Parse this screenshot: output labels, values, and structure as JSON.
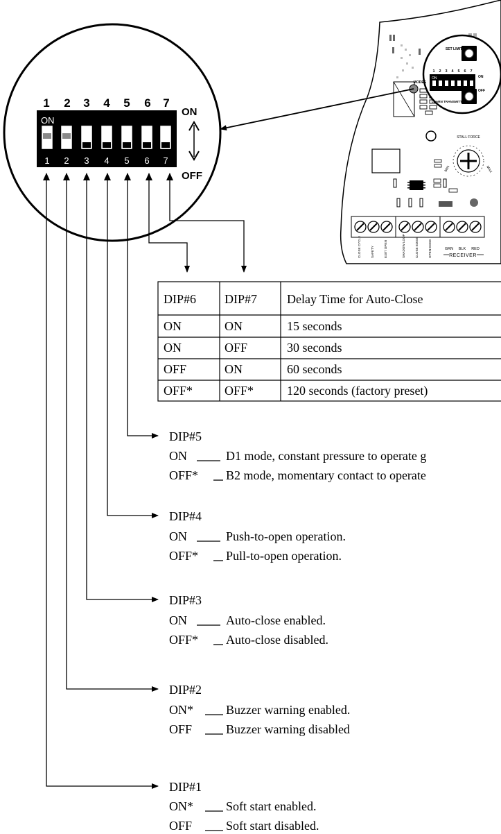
{
  "switch_panel": {
    "top_numbers": [
      "1",
      "2",
      "3",
      "4",
      "5",
      "6",
      "7"
    ],
    "bottom_numbers": [
      "1",
      "2",
      "3",
      "4",
      "5",
      "6",
      "7"
    ],
    "on_label": "ON",
    "side_on": "ON",
    "side_off": "OFF",
    "switch_states": [
      "ON",
      "ON",
      "OFF",
      "OFF",
      "OFF",
      "OFF",
      "OFF"
    ]
  },
  "board": {
    "set_limit": "SET LIMIT",
    "modes": "MODES",
    "learn_transmitter": "LEARN TRANSMITTER",
    "stall_force": "STALL FORCE",
    "min": "MIN",
    "max": "MAX",
    "mini_on": "ON",
    "mini_off": "OFF",
    "terminals": [
      "CLOSE CYCLE",
      "SAFETY",
      "EXIT/ OPEN",
      "SHADOW LOOP",
      "CLOSE EDGE",
      "OPEN EDGE"
    ],
    "receiver_colors": [
      "GRN",
      "BLK",
      "RED"
    ],
    "receiver_label": "RECEIVER"
  },
  "delay_table": {
    "headers": [
      "DIP#6",
      "DIP#7",
      "Delay Time for Auto-Close"
    ],
    "rows": [
      [
        "ON",
        "ON",
        "15 seconds"
      ],
      [
        "ON",
        "OFF",
        "30 seconds"
      ],
      [
        "OFF",
        "ON",
        "60 seconds"
      ],
      [
        "OFF*",
        "OFF*",
        "120 seconds (factory preset)"
      ]
    ]
  },
  "dips": [
    {
      "title": "DIP#5",
      "on_key": "ON",
      "on_text": "D1 mode, constant pressure to operate g",
      "off_key": "OFF*",
      "off_text": "B2 mode, momentary contact to operate"
    },
    {
      "title": "DIP#4",
      "on_key": "ON",
      "on_text": "Push-to-open operation.",
      "off_key": "OFF*",
      "off_text": "Pull-to-open operation."
    },
    {
      "title": "DIP#3",
      "on_key": "ON",
      "on_text": "Auto-close enabled.",
      "off_key": "OFF*",
      "off_text": "Auto-close disabled."
    },
    {
      "title": "DIP#2",
      "on_key": "ON*",
      "on_text": "Buzzer warning enabled.",
      "off_key": "OFF",
      "off_text": "Buzzer warning disabled"
    },
    {
      "title": "DIP#1",
      "on_key": "ON*",
      "on_text": "Soft start enabled.",
      "off_key": "OFF",
      "off_text": "Soft start disabled."
    }
  ]
}
